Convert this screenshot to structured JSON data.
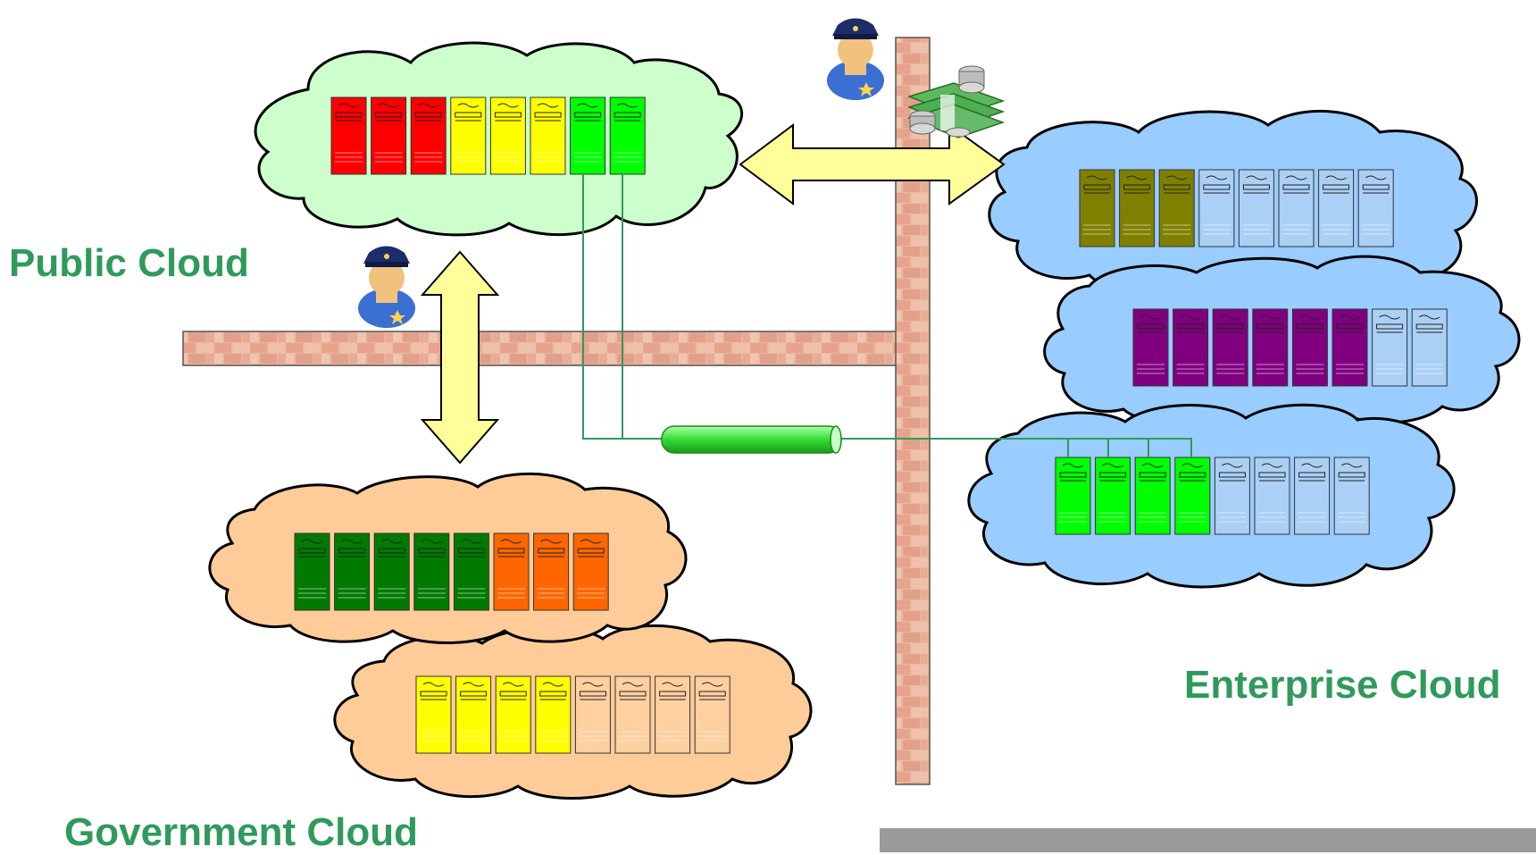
{
  "labels": {
    "public": "Public Cloud",
    "enterprise": "Enterprise Cloud",
    "government": "Government Cloud"
  },
  "clouds": {
    "public": {
      "fill": "#ccffcc",
      "servers": [
        "#ff0000",
        "#ff0000",
        "#ff0000",
        "#ffff00",
        "#ffff00",
        "#ffff00",
        "#00ff00",
        "#00ff00"
      ]
    },
    "enterprise_top": {
      "fill": "#99ccff",
      "servers": [
        "#808000",
        "#808000",
        "#808000",
        "#aad0f5",
        "#aad0f5",
        "#aad0f5",
        "#aad0f5",
        "#aad0f5"
      ]
    },
    "enterprise_mid": {
      "fill": "#99ccff",
      "servers": [
        "#800080",
        "#800080",
        "#800080",
        "#800080",
        "#800080",
        "#800080",
        "#aad0f5",
        "#aad0f5"
      ]
    },
    "enterprise_bottom": {
      "fill": "#99ccff",
      "servers": [
        "#00ff00",
        "#00ff00",
        "#00ff00",
        "#00ff00",
        "#aad0f5",
        "#aad0f5",
        "#aad0f5",
        "#aad0f5"
      ]
    },
    "government_top": {
      "fill": "#ffcc99",
      "servers": [
        "#007a00",
        "#007a00",
        "#007a00",
        "#007a00",
        "#007a00",
        "#ff6600",
        "#ff6600",
        "#ff6600"
      ]
    },
    "government_bottom": {
      "fill": "#ffcc99",
      "servers": [
        "#ffff00",
        "#ffff00",
        "#ffff00",
        "#ffff00",
        "#ffd0a0",
        "#ffd0a0",
        "#ffd0a0",
        "#ffd0a0"
      ]
    }
  },
  "colors": {
    "wall": "#e8a890",
    "arrow": "#ffff99",
    "tunnel": "#33dd33",
    "link": "#2f9a5c",
    "label": "#2f9a5c",
    "footer_bar": "#999999"
  },
  "icons": [
    "police-officer-icon",
    "money-icon",
    "brick-wall",
    "tunnel-icon"
  ]
}
